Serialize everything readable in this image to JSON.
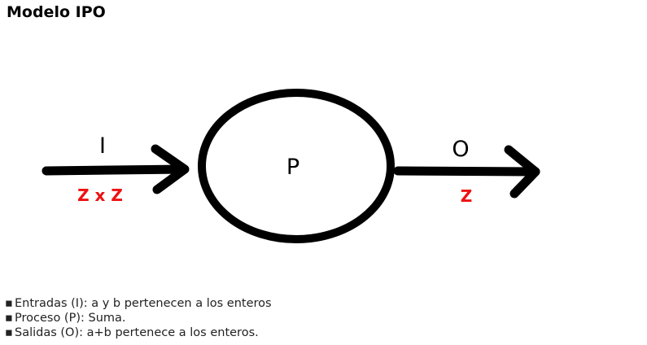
{
  "title": "Modelo IPO",
  "diagram": {
    "input": {
      "letter": "I",
      "set": "Z x Z"
    },
    "process": {
      "letter": "P"
    },
    "output": {
      "letter": "O",
      "set": "Z"
    },
    "colors": {
      "stroke": "#000000",
      "set_label": "#ee1111"
    }
  },
  "notes": {
    "bullet": "▪",
    "items": [
      "Entradas (I): a y b pertenecen a los enteros",
      "Proceso (P): Suma.",
      "Salidas (O): a+b pertenece a los enteros."
    ]
  }
}
